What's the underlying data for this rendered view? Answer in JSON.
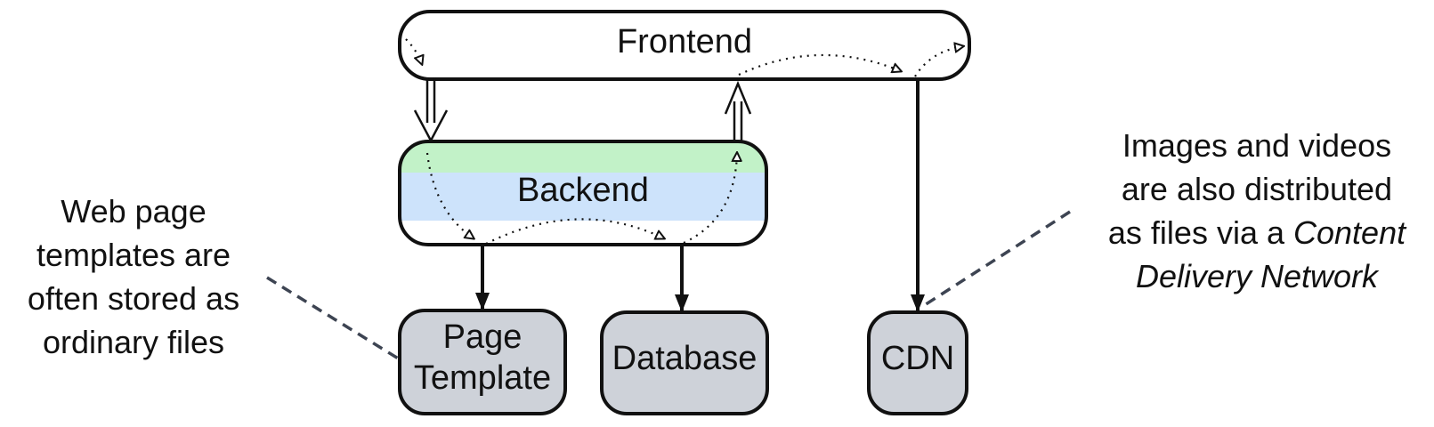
{
  "nodes": {
    "frontend": {
      "label": "Frontend"
    },
    "backend": {
      "label": "Backend"
    },
    "page_template": {
      "label_lines": [
        "Page",
        "Template"
      ]
    },
    "database": {
      "label": "Database"
    },
    "cdn": {
      "label": "CDN"
    }
  },
  "annotations": {
    "left_note": {
      "lines": [
        "Web page",
        "templates are",
        "often stored as",
        "ordinary files"
      ]
    },
    "right_note": {
      "line1": "Images and videos",
      "line2": "are also distributed",
      "line3_prefix": "as files via a ",
      "line3_italic": "Content",
      "line4_italic": "Delivery Network"
    }
  },
  "colors": {
    "stroke": "#111111",
    "storage_fill": "#ced2d9",
    "backend_band_green": "#c2f2c8",
    "backend_band_blue": "#cde3fb",
    "note_leader": "#3d4452"
  }
}
